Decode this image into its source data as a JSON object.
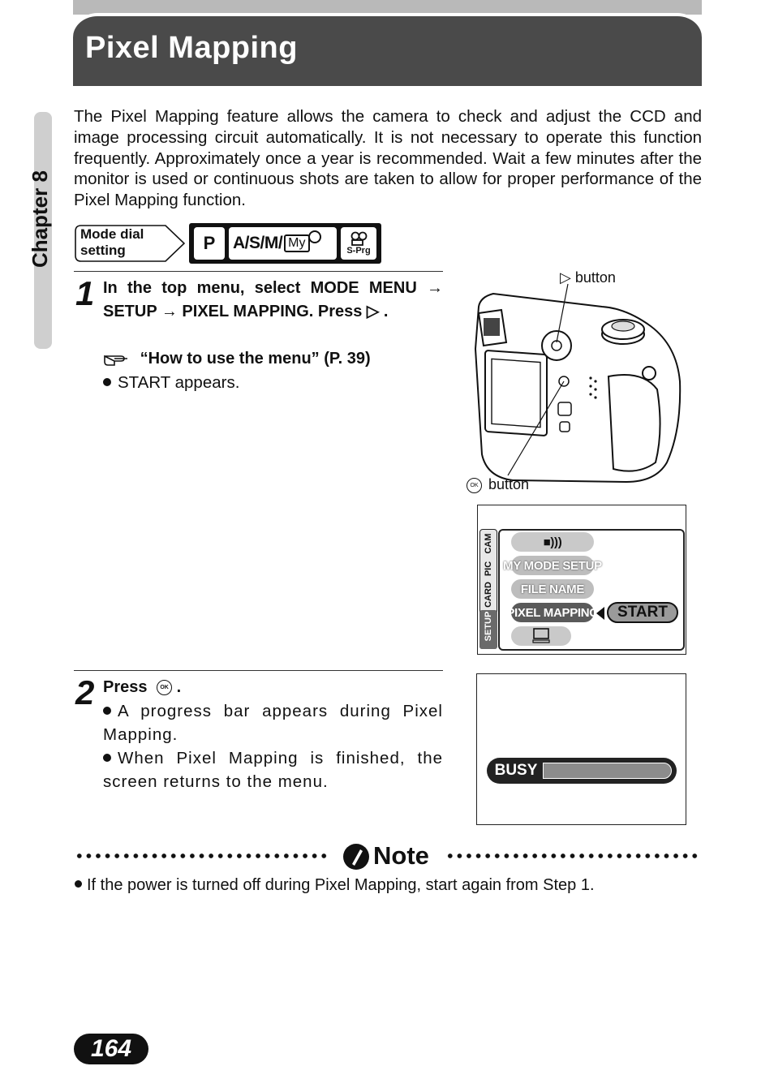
{
  "header": {
    "title": "Pixel Mapping"
  },
  "chapter": {
    "label": "Chapter 8"
  },
  "intro": "The Pixel Mapping feature allows the camera to check and adjust the CCD and image processing circuit automatically. It is not necessary to operate this function frequently. Approximately once a year is recommended. Wait a few minutes after the monitor is used or continuous shots are taken to allow for proper performance of the Pixel Mapping function.",
  "mode_dial": {
    "label_line1": "Mode dial",
    "label_line2": "setting",
    "modes": [
      "P",
      "A/S/M/",
      "My",
      "S-Prg"
    ]
  },
  "step1": {
    "number": "1",
    "instruction": "In the top menu, select MODE MENU → SETUP → PIXEL MAPPING. Press ▷ .",
    "reference_icon": "pointing-hand-icon",
    "reference": "“How to use the menu” (P. 39)",
    "bullets": [
      "START appears."
    ]
  },
  "camera_callouts": {
    "right_button": "▷ button",
    "ok_button": "button"
  },
  "menu_screen": {
    "side_tabs": [
      "CAM",
      "PIC",
      "CARD",
      "SETUP"
    ],
    "items": [
      "MY MODE SETUP",
      "FILE NAME",
      "PIXEL MAPPING"
    ],
    "start_label": "START"
  },
  "step2": {
    "number": "2",
    "instruction": "Press",
    "bullets": [
      "A progress bar appears during Pixel Mapping.",
      "When Pixel Mapping is finished, the screen returns to the menu."
    ]
  },
  "busy_screen": {
    "label": "BUSY"
  },
  "note": {
    "title": "Note",
    "text": "If the power is turned off during Pixel Mapping, start again from Step 1."
  },
  "page_number": "164"
}
